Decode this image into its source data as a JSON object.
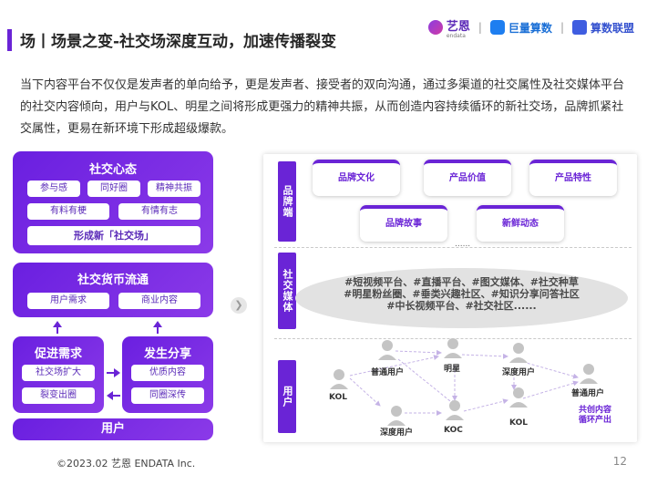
{
  "header": {
    "title": "场丨场景之变-社交场深度互动，加速传播裂变",
    "logos": [
      {
        "name": "艺恩",
        "sub": "endata"
      },
      {
        "name": "巨量算数"
      },
      {
        "name": "算数联盟"
      }
    ]
  },
  "intro": "当下内容平台不仅仅是发声者的单向给予，更是发声者、接受者的双向沟通，通过多渠道的社交属性及社交媒体平台的社交内容倾向，用户与KOL、明星之间将形成更强力的精神共振，从而创造内容持续循环的新社交场，品牌抓紧社交属性，更易在新环境下形成超级爆款。",
  "left": {
    "mindset": {
      "title": "社交心态",
      "items": [
        "参与感",
        "同好圈",
        "精神共振",
        "有料有梗",
        "有情有志"
      ],
      "result": "形成新「社交场」"
    },
    "currency": {
      "title": "社交货币流通",
      "items": [
        "用户需求",
        "商业内容"
      ]
    },
    "demand": {
      "title": "促进需求",
      "items": [
        "社交场扩大",
        "裂变出圈"
      ]
    },
    "share": {
      "title": "发生分享",
      "items": [
        "优质内容",
        "同圈深传"
      ]
    },
    "user": "用户"
  },
  "right": {
    "brand_tag": "品牌端",
    "media_tag": "社交媒体",
    "user_tag": "用户",
    "brand_cards": [
      "品牌文化",
      "产品价值",
      "产品特性",
      "品牌故事",
      "新鲜动态"
    ],
    "brand_ellipsis": "......",
    "media_lines": [
      "#短视频平台、#直播平台、#图文媒体、#社交种草",
      "#明星粉丝圈、#垂类兴趣社区、#知识分享问答社区",
      "#中长视频平台、#社交社区......"
    ],
    "network": {
      "nodes": [
        "KOL",
        "普通用户",
        "明星",
        "深度用户",
        "普通用户",
        "深度用户",
        "KOC",
        "KOL"
      ],
      "note": [
        "共创内容",
        "循环产出"
      ]
    }
  },
  "footer": {
    "copyright": "©2023.02 艺恩 ENDATA Inc.",
    "page": "12"
  },
  "colors": {
    "accent": "#6a24d6",
    "panel_gradient_end": "#8b3ae8"
  }
}
